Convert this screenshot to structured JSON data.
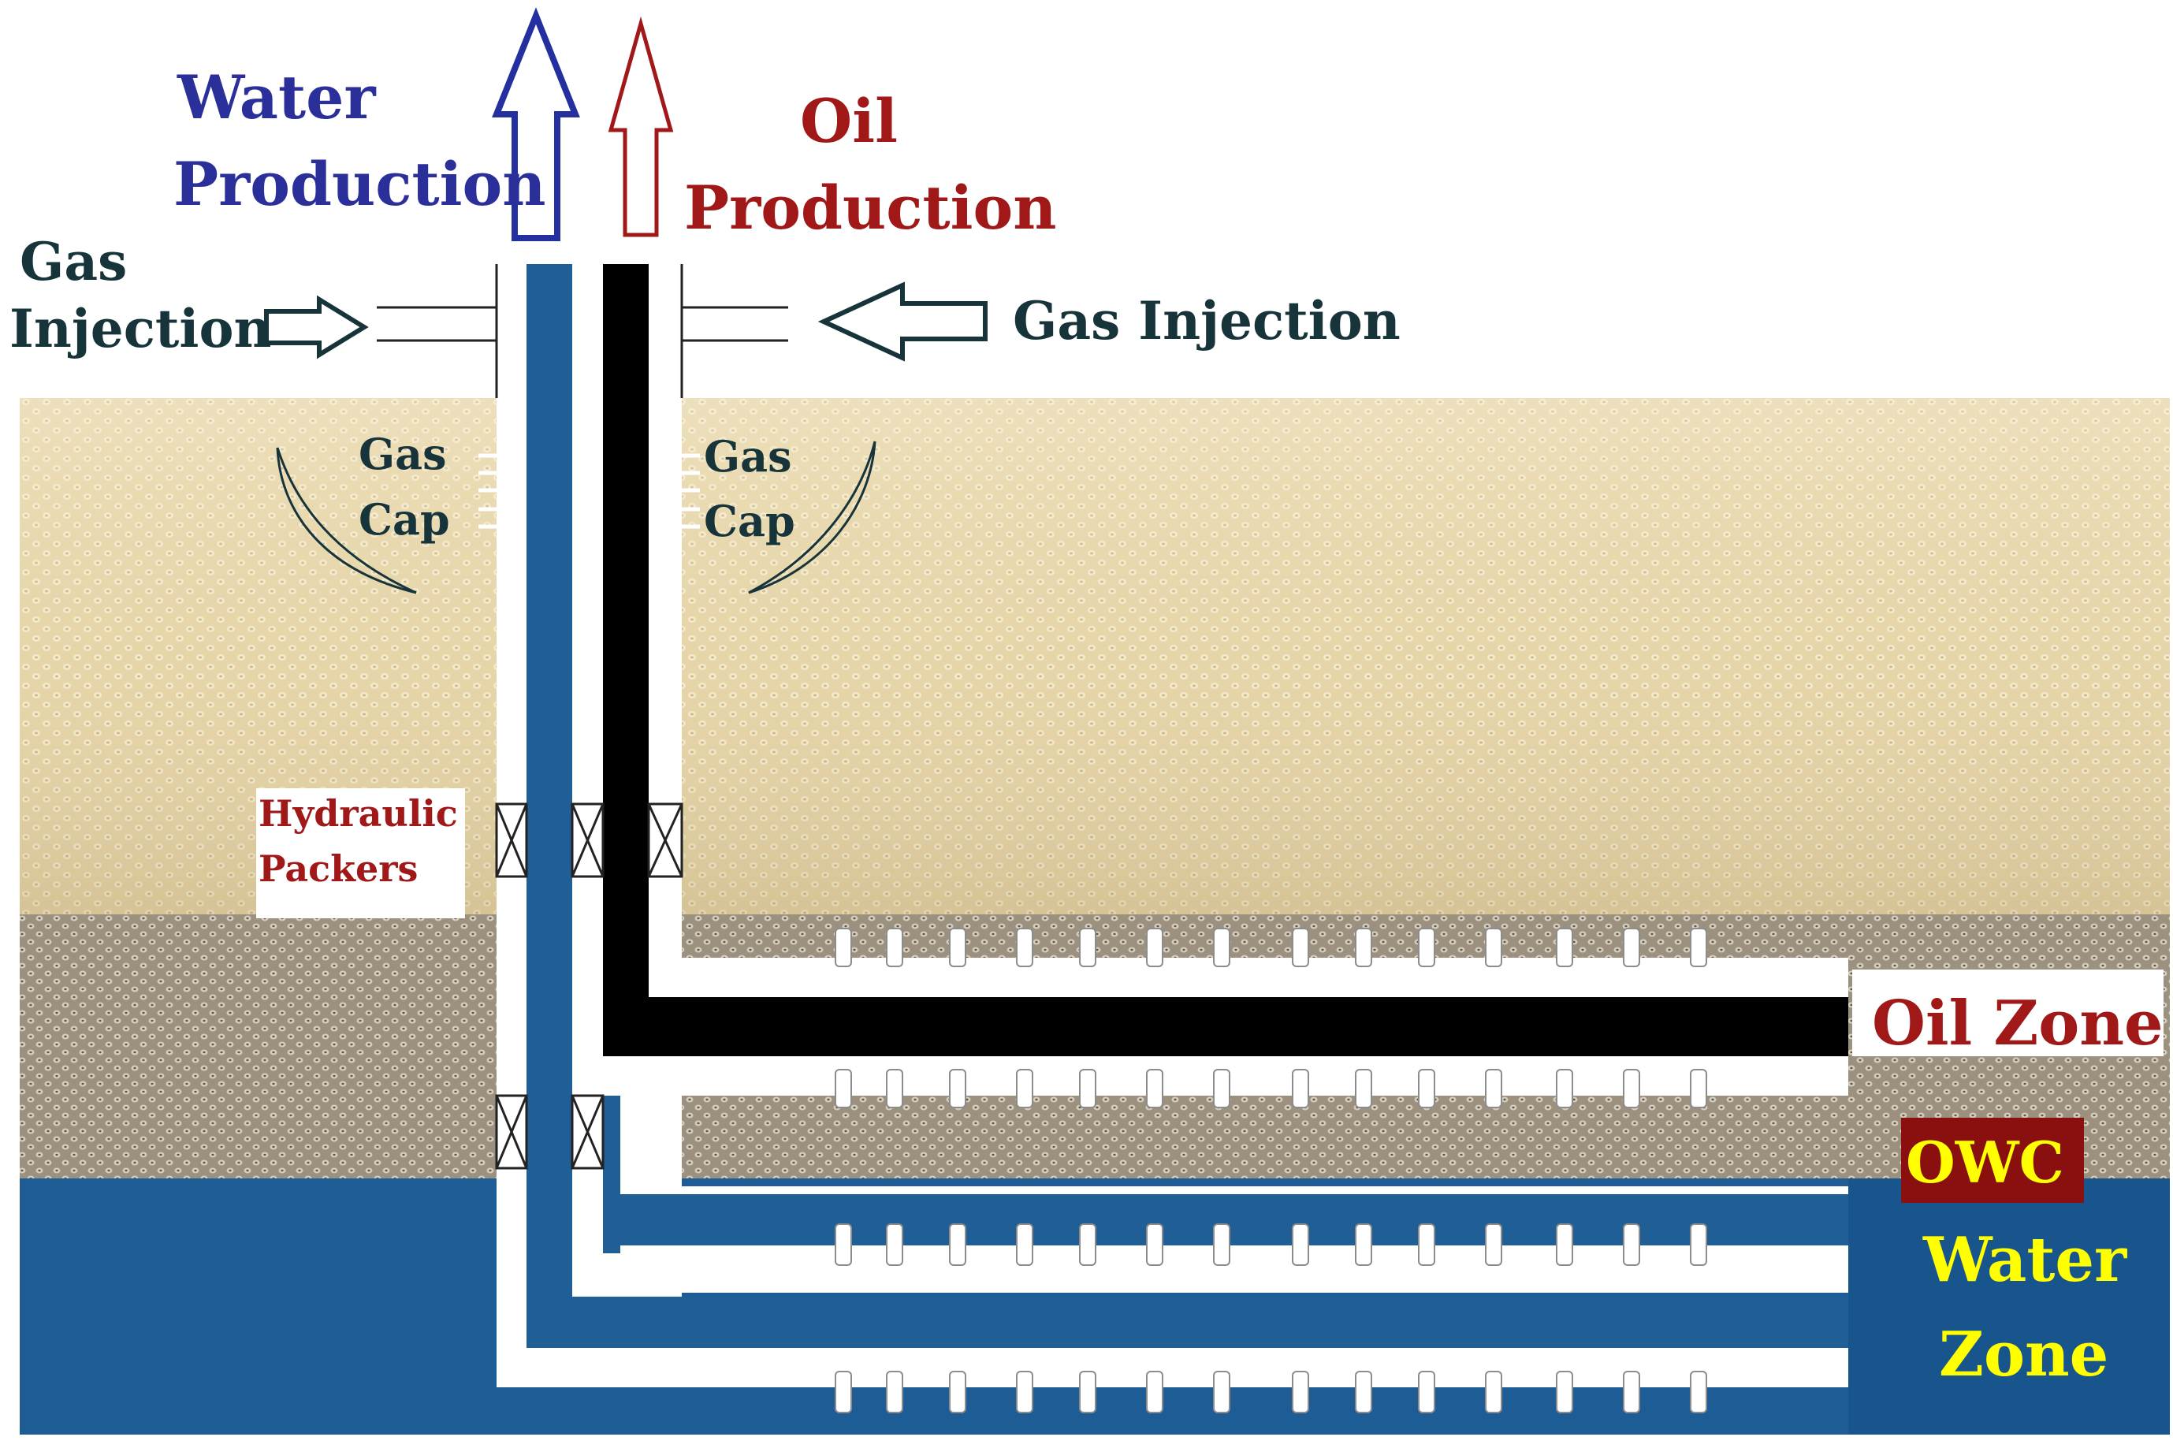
{
  "labels": {
    "water_production": [
      "Water",
      "Production"
    ],
    "oil_production": [
      "Oil",
      "Production"
    ],
    "gas_injection_left": [
      "Gas",
      "Injection"
    ],
    "gas_injection_right": "Gas Injection",
    "gas_cap_left": [
      "Gas",
      "Cap"
    ],
    "gas_cap_right": [
      "Gas",
      "Cap"
    ],
    "hydraulic_packers": [
      "Hydraulic",
      "Packers"
    ],
    "oil_zone": "Oil Zone",
    "owc": "OWC",
    "water_zone": [
      "Water",
      "Zone"
    ]
  },
  "colors": {
    "water": "#1f5f96",
    "oil": "#000000",
    "water_arrow": "#2430a0",
    "oil_arrow": "#a01818",
    "label_blue": "#2b2f9a",
    "label_red": "#a01818",
    "label_dark_green": "#17343a",
    "sand_top": "#ecdcb4",
    "sand_mid": "#d9c796",
    "oil_zone_rock": "#a59a88",
    "water_zone": "#1e5c95",
    "owc_bg": "#8a1010",
    "owc_text": "#ffff00",
    "water_zone_text": "#ffff00"
  }
}
